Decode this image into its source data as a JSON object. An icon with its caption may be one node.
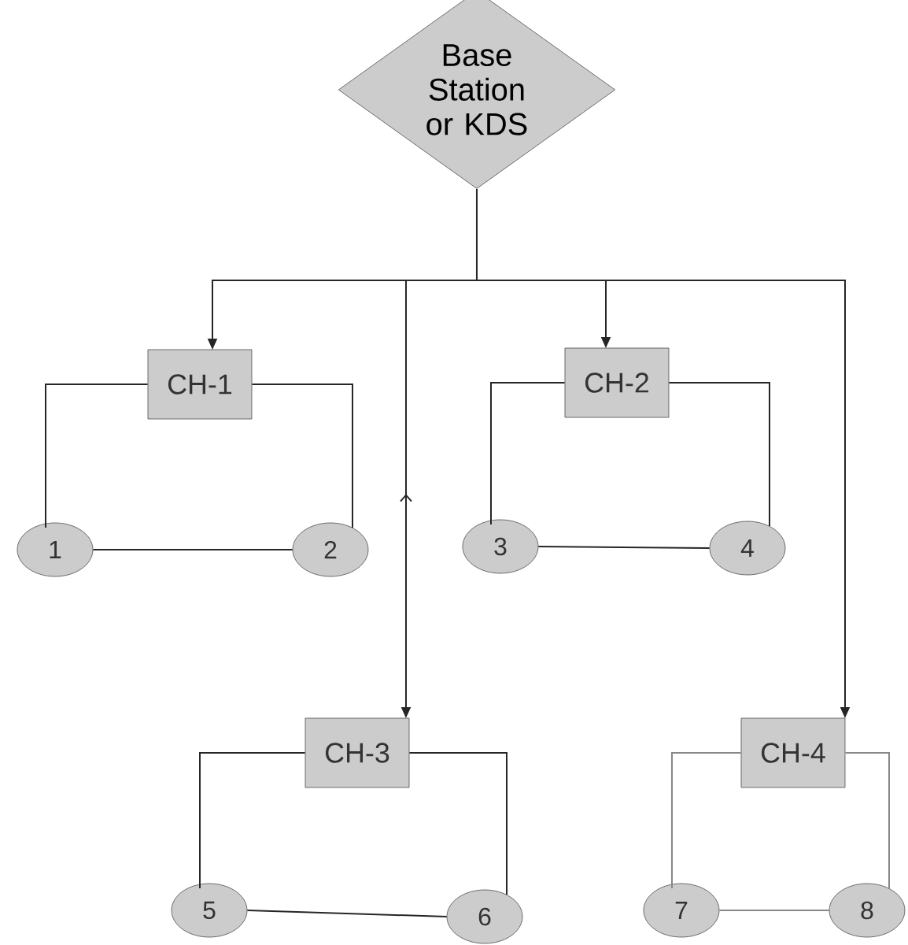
{
  "diagram": {
    "nodes": [
      {
        "text": [
          "Base Station or KDS"
        ]
      },
      {
        "text": [
          "CH-1"
        ]
      },
      {
        "text": [
          "CH-2"
        ]
      },
      {
        "text": [
          "CH-3"
        ]
      },
      {
        "text": [
          "CH-4"
        ]
      },
      {
        "text": [
          "1"
        ]
      },
      {
        "text": [
          "2"
        ]
      },
      {
        "text": [
          "3"
        ]
      },
      {
        "text": [
          "4"
        ]
      },
      {
        "text": [
          "5"
        ]
      },
      {
        "text": [
          "6"
        ]
      },
      {
        "text": [
          "7"
        ]
      },
      {
        "text": [
          "8"
        ]
      }
    ],
    "edges": [
      {
        "from": 0,
        "to": 1,
        "arrow": "to"
      },
      {
        "from": 0,
        "to": 2,
        "arrow": "to"
      },
      {
        "from": 0,
        "to": 3,
        "arrow": "to"
      },
      {
        "from": 0,
        "to": 4,
        "arrow": "to"
      },
      {
        "from": 1,
        "to": 5,
        "arrow": "none"
      },
      {
        "from": 1,
        "to": 6,
        "arrow": "none"
      },
      {
        "from": 5,
        "to": 6,
        "arrow": "none"
      },
      {
        "from": 2,
        "to": 7,
        "arrow": "none"
      },
      {
        "from": 2,
        "to": 8,
        "arrow": "none"
      },
      {
        "from": 7,
        "to": 8,
        "arrow": "none"
      },
      {
        "from": 3,
        "to": 9,
        "arrow": "none"
      },
      {
        "from": 3,
        "to": 10,
        "arrow": "none"
      },
      {
        "from": 9,
        "to": 10,
        "arrow": "none"
      },
      {
        "from": 4,
        "to": 11,
        "arrow": "none",
        "color": "#888888"
      },
      {
        "from": 4,
        "to": 12,
        "arrow": "none",
        "color": "#888888"
      },
      {
        "from": 11,
        "to": 12,
        "arrow": "none",
        "color": "#888888"
      }
    ]
  }
}
